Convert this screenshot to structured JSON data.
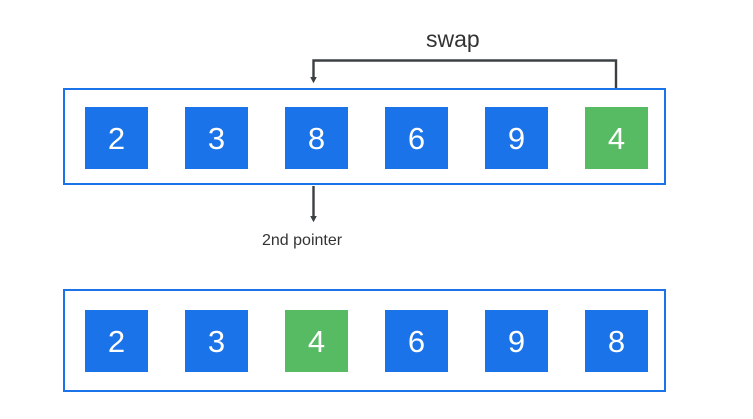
{
  "diagram": {
    "title_labels": {
      "swap": "swap",
      "second_pointer": "2nd pointer"
    },
    "colors": {
      "blue": "#1a73e8",
      "green": "#57bb63",
      "border": "#1a73e8",
      "arrow": "#3b4043",
      "text_on_cell": "#ffffff",
      "label_text": "#333333",
      "background": "#ffffff"
    },
    "rows": [
      {
        "name": "before-swap",
        "cells": [
          {
            "value": "2",
            "color": "blue"
          },
          {
            "value": "3",
            "color": "blue"
          },
          {
            "value": "8",
            "color": "blue"
          },
          {
            "value": "6",
            "color": "blue"
          },
          {
            "value": "9",
            "color": "blue"
          },
          {
            "value": "4",
            "color": "green"
          }
        ]
      },
      {
        "name": "after-swap",
        "cells": [
          {
            "value": "2",
            "color": "blue"
          },
          {
            "value": "3",
            "color": "blue"
          },
          {
            "value": "4",
            "color": "green"
          },
          {
            "value": "6",
            "color": "blue"
          },
          {
            "value": "9",
            "color": "blue"
          },
          {
            "value": "8",
            "color": "blue"
          }
        ]
      }
    ],
    "annotations": {
      "swap_bracket": {
        "from_index": 5,
        "to_index": 2,
        "label": "swap"
      },
      "pointer_arrow": {
        "index": 2,
        "label": "2nd pointer"
      }
    }
  }
}
